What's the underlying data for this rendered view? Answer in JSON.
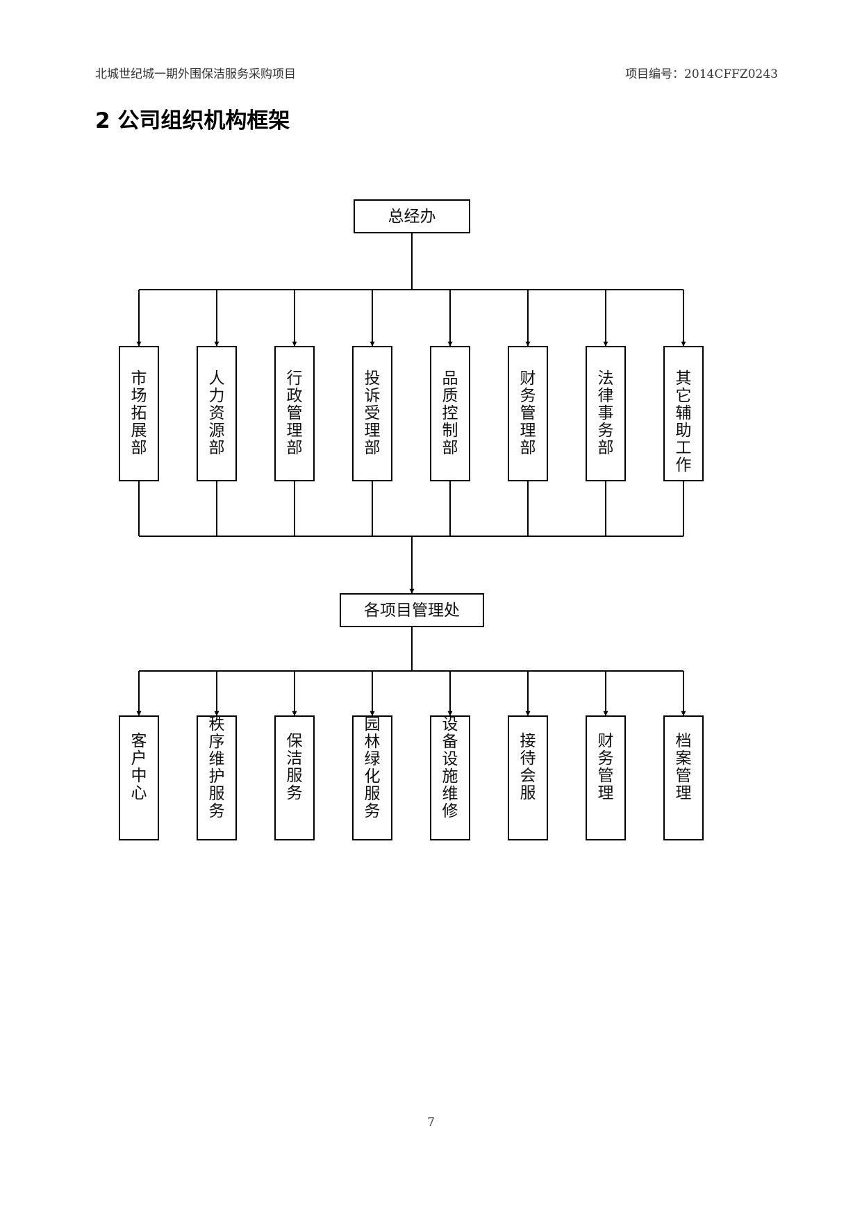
{
  "header": {
    "left": "北城世纪城一期外围保洁服务采购项目",
    "right": "项目编号：2014CFFZ0243"
  },
  "title": "2 公司组织机构框架",
  "chart": {
    "root": "总经办",
    "departments": [
      "市场拓展部",
      "人力资源部",
      "行政管理部",
      "投诉受理部",
      "品质控制部",
      "财务管理部",
      "法律事务部",
      "其它辅助工作"
    ],
    "middle": "各项目管理处",
    "services": [
      "客户中心",
      "秩序维护服务",
      "保洁服务",
      "园林绿化服务",
      "设备设施维修",
      "接待会服",
      "财务管理",
      "档案管理"
    ]
  },
  "page_number": "7"
}
